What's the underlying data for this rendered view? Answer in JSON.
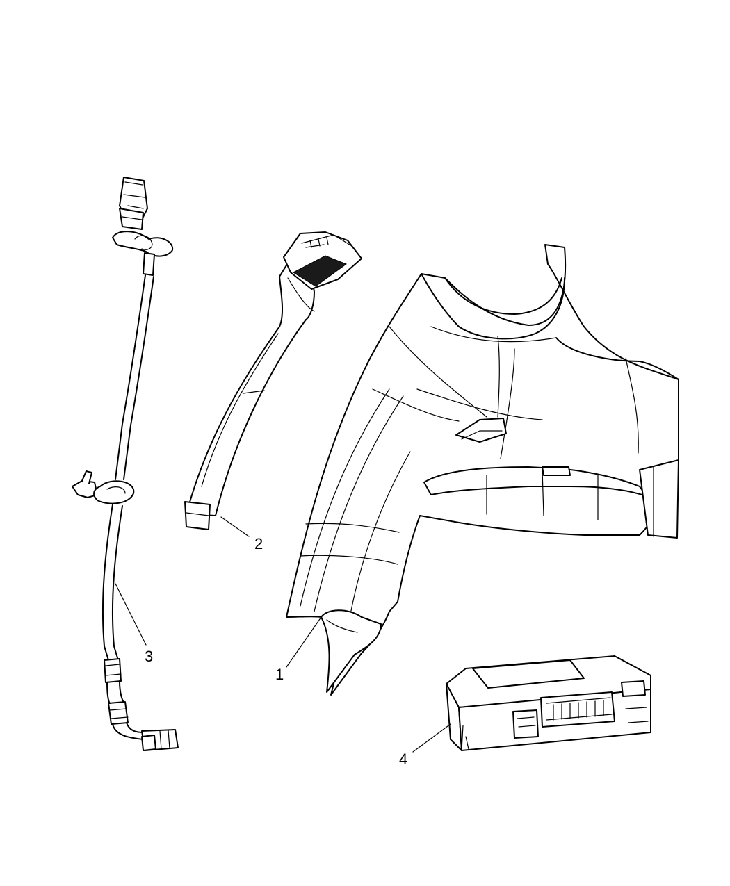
{
  "callouts": [
    {
      "id": "1",
      "label": "1"
    },
    {
      "id": "2",
      "label": "2"
    },
    {
      "id": "3",
      "label": "3"
    },
    {
      "id": "4",
      "label": "4"
    }
  ],
  "parts": {
    "1": "console-trim-panel",
    "2": "curved-wiring-connector",
    "3": "wire-harness-with-clips",
    "4": "electronic-control-module"
  },
  "colors": {
    "line": "#000000",
    "background": "#ffffff",
    "screen": "#1a1a1a"
  }
}
